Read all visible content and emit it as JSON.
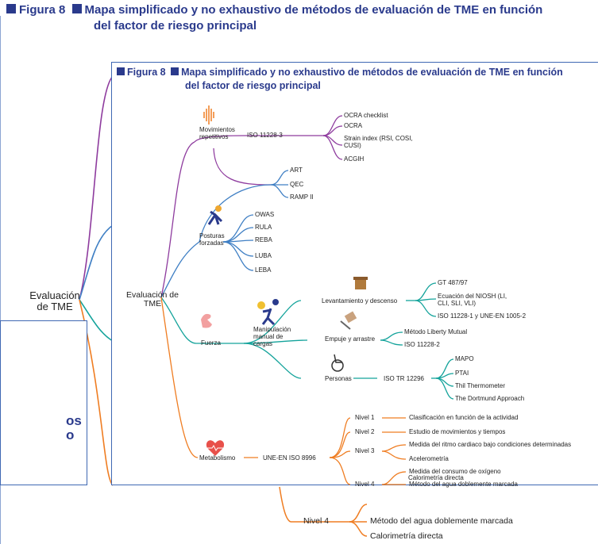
{
  "back_figure": {
    "fig_label": "Figura 8",
    "title_line1": "Mapa simplificado y no exhaustivo de métodos de evaluación de TME en función",
    "title_line2": "del factor de riesgo principal",
    "root_label": "Evaluación de TME",
    "nivel4_label": "Nivel 4",
    "nivel4_items": [
      "Método del agua doblemente marcada",
      "Calorimetría directa"
    ]
  },
  "overlay_box": {
    "text_line1": "os",
    "text_line2": "o"
  },
  "front_figure": {
    "fig_label": "Figura 8",
    "title_line1": "Mapa simplificado y no exhaustivo de métodos de evaluación de TME en función",
    "title_line2": "del factor de riesgo principal",
    "root_label": "Evaluación de TME",
    "repetitive": {
      "label": "Movimientos repetitivos",
      "icon": "sound-wave-icon",
      "standard": "ISO 11228-3",
      "methods": [
        "OCRA checklist",
        "OCRA",
        "Strain index (RSI, COSI, CUSI)",
        "ACGIH"
      ]
    },
    "shared_methods": [
      "ART",
      "QEC",
      "RAMP II"
    ],
    "postures": {
      "label": "Posturas forzadas",
      "icon": "bending-person-icon",
      "methods": [
        "OWAS",
        "RULA",
        "REBA",
        "LUBA",
        "LEBA"
      ]
    },
    "force": {
      "label": "Fuerza",
      "icon": "flexed-arm-icon",
      "manual_handling": "Manipulación manual de cargas",
      "manual_icon": "person-carrying-ball-icon",
      "lifting": {
        "label": "Levantamiento y descenso",
        "icon": "box-icon",
        "methods": [
          "GT 487/97",
          "Ecuación del NIOSH (LI, CLI, SLI, VLI)",
          "ISO 11228-1 y UNE-EN 1005-2"
        ]
      },
      "pushing": {
        "label": "Empuje y arrastre",
        "icon": "hand-truck-icon",
        "methods": [
          "Método Liberty Mutual",
          "ISO 11228-2"
        ]
      },
      "persons": {
        "label": "Personas",
        "icon": "wheelchair-icon",
        "standard": "ISO TR 12296",
        "methods": [
          "MAPO",
          "PTAI",
          "Thil Thermometer",
          "The Dortmund Approach"
        ]
      }
    },
    "metabolism": {
      "label": "Metabolismo",
      "icon": "heart-pulse-icon",
      "standard": "UNE-EN ISO 8996",
      "levels": [
        {
          "label": "Nivel 1",
          "methods": [
            "Clasificación en función de la actividad"
          ]
        },
        {
          "label": "Nivel 2",
          "methods": [
            "Estudio de movimientos y tiempos"
          ]
        },
        {
          "label": "Nivel 3",
          "methods": [
            "Medida del ritmo cardiaco bajo condiciones determinadas",
            "Acelerometría"
          ]
        },
        {
          "label": "Nivel 4",
          "methods": [
            "Medida del consumo de oxígeno",
            "Método del agua doblemente marcada",
            "Calorimetría directa"
          ]
        }
      ]
    },
    "colors": {
      "title": "#2a3a8c",
      "frame": "#3f68b3",
      "repetitive": "#8e3b9e",
      "postures": "#3f7fc4",
      "force": "#14a39b",
      "metabolism": "#ef7d22"
    }
  }
}
